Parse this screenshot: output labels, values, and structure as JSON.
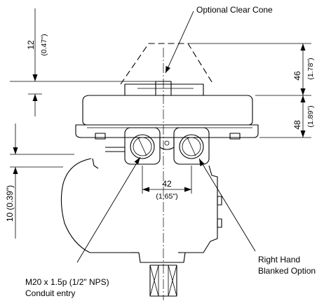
{
  "labels": {
    "optional_cone": "Optional Clear Cone",
    "right_hand_line1": "Right Hand",
    "right_hand_line2": "Blanked Option",
    "conduit_line1": "M20 x 1.5p (1/2\" NPS)",
    "conduit_line2": "Conduit entry"
  },
  "dimensions": {
    "top_gap_mm": "12",
    "top_gap_in": "(0.47\")",
    "cone_height_mm": "46",
    "cone_height_in": "(1.78\")",
    "base_height_mm": "48",
    "base_height_in": "(1.89\")",
    "left_offset": "10 (0.39\")",
    "entry_spacing_mm": "42",
    "entry_spacing_in": "(1.65\")"
  }
}
